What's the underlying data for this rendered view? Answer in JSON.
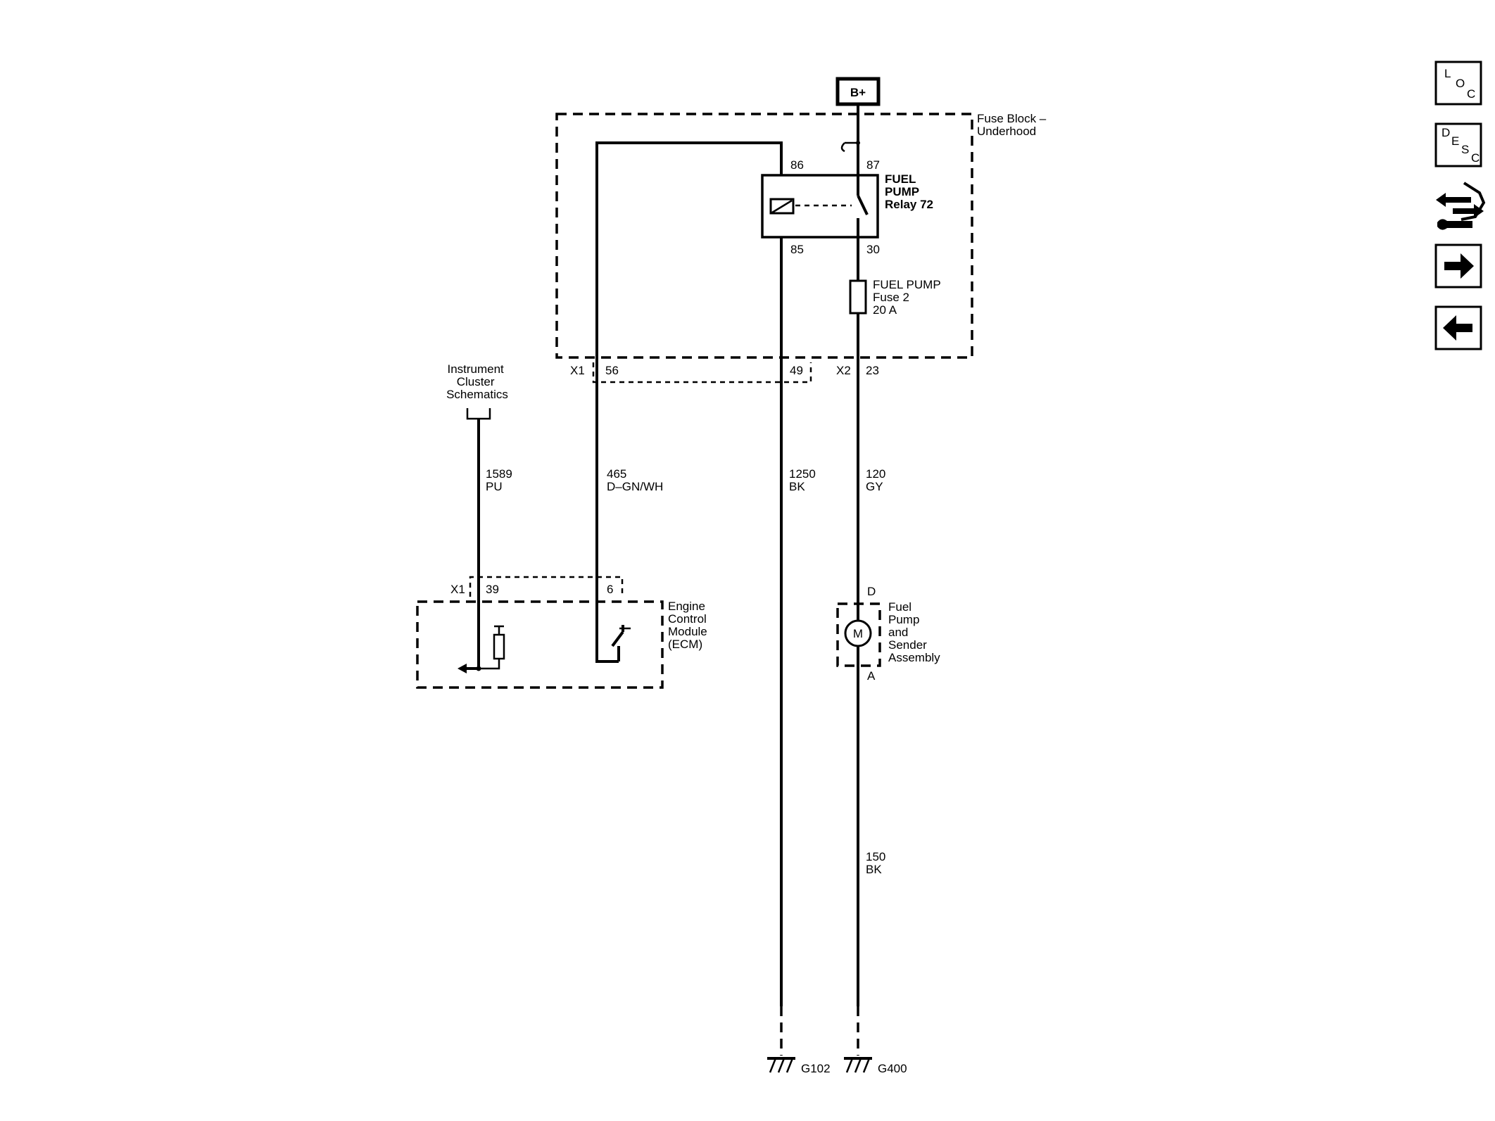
{
  "battery_label": "B+",
  "fuse_block_label": [
    "Fuse Block –",
    "Underhood"
  ],
  "relay": {
    "name_lines": [
      "FUEL",
      "PUMP",
      "Relay 72"
    ],
    "pin_86": "86",
    "pin_87": "87",
    "pin_85": "85",
    "pin_30": "30"
  },
  "fuse": {
    "name_lines": [
      "FUEL PUMP",
      "Fuse 2",
      "20 A"
    ]
  },
  "connectors": {
    "fb_x1": "X1",
    "fb_x1_pin56": "56",
    "fb_pin49": "49",
    "fb_x2": "X2",
    "fb_x2_pin23": "23",
    "ecm_x1": "X1",
    "ecm_pin39": "39",
    "ecm_pin6": "6",
    "pump_pin_d": "D",
    "pump_pin_a": "A"
  },
  "instrument_cluster": [
    "Instrument",
    "Cluster",
    "Schematics"
  ],
  "wires": {
    "w1589": [
      "1589",
      "PU"
    ],
    "w465": [
      "465",
      "D–GN/WH"
    ],
    "w1250": [
      "1250",
      "BK"
    ],
    "w120": [
      "120",
      "GY"
    ],
    "w150": [
      "150",
      "BK"
    ]
  },
  "ecm_label": [
    "Engine",
    "Control",
    "Module",
    "(ECM)"
  ],
  "pump_label": [
    "Fuel",
    "Pump",
    "and",
    "Sender",
    "Assembly"
  ],
  "motor_symbol": "M",
  "grounds": {
    "g102": "G102",
    "g400": "G400"
  },
  "nav": {
    "loc": {
      "l": "L",
      "o": "O",
      "c": "C"
    },
    "desc": {
      "d": "D",
      "e": "E",
      "s": "S",
      "c": "C"
    },
    "icons": [
      "connector-tool-icon",
      "arrow-right-icon",
      "arrow-left-icon"
    ]
  }
}
